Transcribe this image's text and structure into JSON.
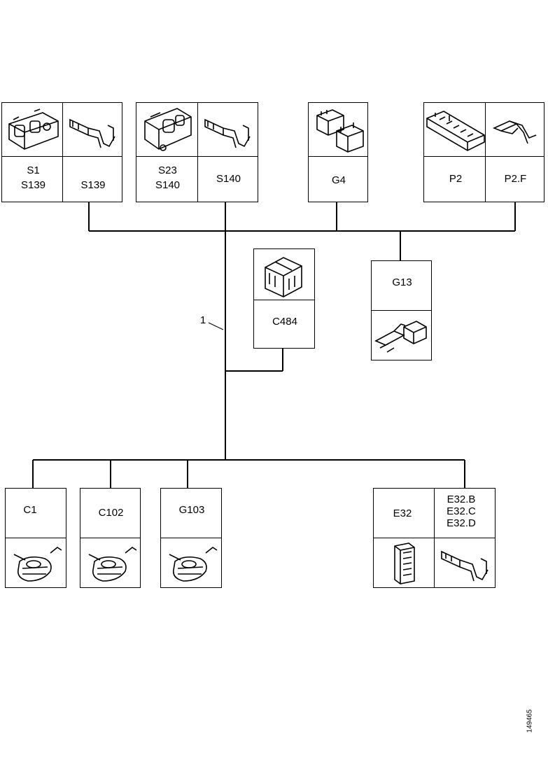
{
  "diagram": {
    "wire_label": "1",
    "doc_id": "149465",
    "connectors_top": [
      {
        "lines": [
          "S1",
          "S139"
        ]
      },
      {
        "lines": [
          "S139"
        ]
      },
      {
        "lines": [
          "S23",
          "S140"
        ]
      },
      {
        "lines": [
          "S140"
        ]
      },
      {
        "lines": [
          "G4"
        ]
      },
      {
        "lines": [
          "P2"
        ]
      },
      {
        "lines": [
          "P2.F"
        ]
      }
    ],
    "connectors_middle": [
      {
        "lines": [
          "C484"
        ]
      },
      {
        "lines": [
          "G13"
        ]
      }
    ],
    "connectors_bottom": [
      {
        "lines": [
          "C1"
        ]
      },
      {
        "lines": [
          "C102"
        ]
      },
      {
        "lines": [
          "G103"
        ]
      },
      {
        "lines": [
          "E32"
        ]
      },
      {
        "lines": [
          "E32.B",
          "E32.C",
          "E32.D"
        ]
      }
    ],
    "icons": {
      "connector_housing": "connector-housing-icon",
      "terminal_pin": "terminal-pin-icon",
      "ground_terminal": "ground-terminal-icon",
      "cable_plug": "cable-plug-icon"
    }
  }
}
